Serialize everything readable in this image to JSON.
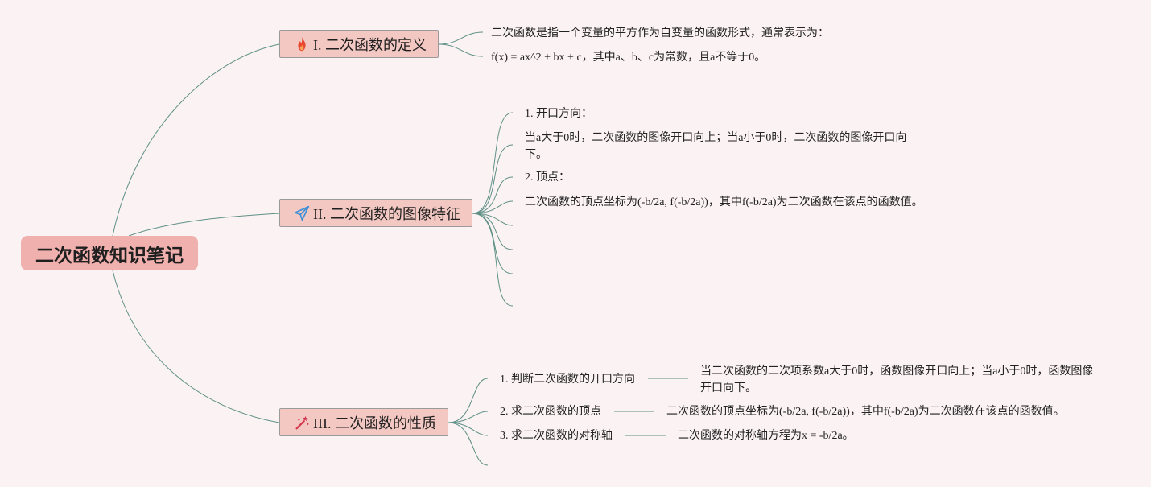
{
  "root": {
    "title": "二次函数知识笔记"
  },
  "branches": [
    {
      "label": "I. 二次函数的定义",
      "icon": "fire-icon",
      "items": [
        "二次函数是指一个变量的平方作为自变量的函数形式，通常表示为：",
        "f(x) = ax^2 + bx + c，其中a、b、c为常数，且a不等于0。"
      ]
    },
    {
      "label": "II. 二次函数的图像特征",
      "icon": "paper-plane-icon",
      "items": [
        "1. 开口方向：",
        "当a大于0时，二次函数的图像开口向上；当a小于0时，二次函数的图像开口向下。",
        "2. 顶点：",
        "二次函数的顶点坐标为(-b/2a, f(-b/2a))，其中f(-b/2a)为二次函数在该点的函数值。"
      ]
    },
    {
      "label": "III. 二次函数的性质",
      "icon": "magic-wand-icon",
      "items": [
        {
          "label": "1. 判断二次函数的开口方向",
          "detail": "当二次函数的二次项系数a大于0时，函数图像开口向上；当a小于0时，函数图像开口向下。"
        },
        {
          "label": "2. 求二次函数的顶点",
          "detail": "二次函数的顶点坐标为(-b/2a, f(-b/2a))，其中f(-b/2a)为二次函数在该点的函数值。"
        },
        {
          "label": "3. 求二次函数的对称轴",
          "detail": "二次函数的对称轴方程为x = -b/2a。"
        }
      ]
    }
  ],
  "colors": {
    "background": "#fbf2f4",
    "root_fill": "#f0b0ad",
    "branch_fill": "#f3c8c3",
    "connector": "#5e9085",
    "fire_icon": "#e8452c",
    "plane_icon": "#3d8fd6",
    "wand_icon": "#d4384f"
  }
}
